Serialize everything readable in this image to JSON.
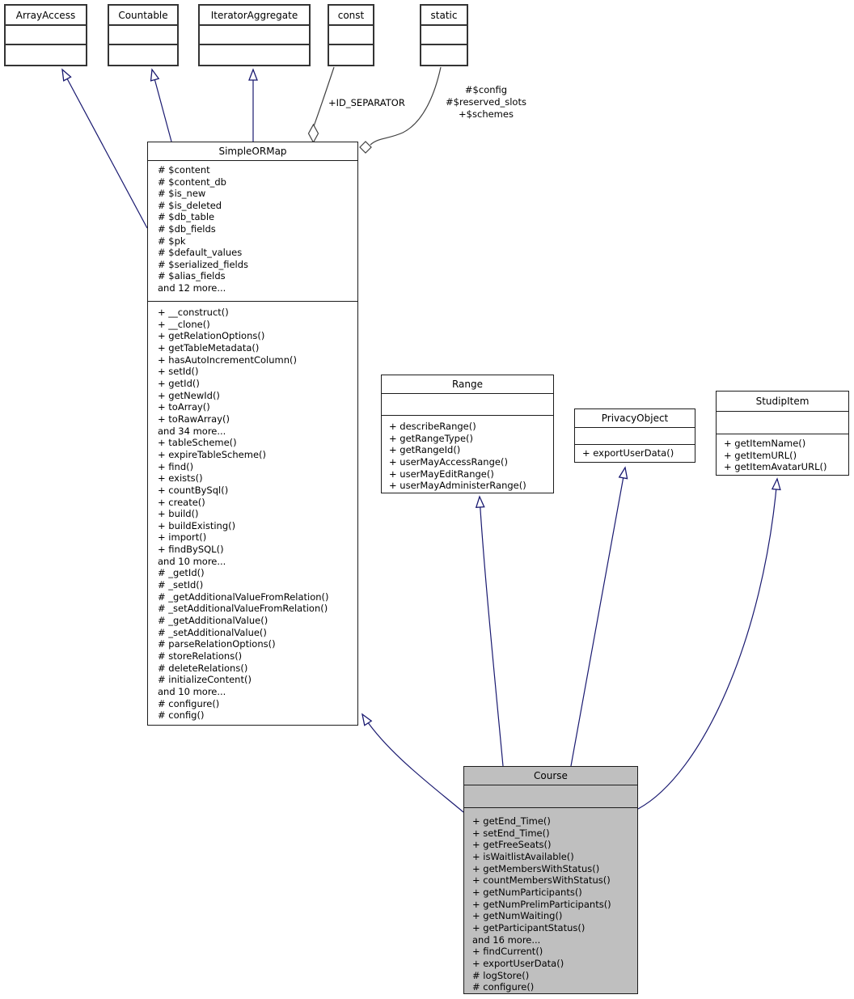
{
  "diagram": {
    "classes": {
      "array_access": {
        "title": "ArrayAccess"
      },
      "countable": {
        "title": "Countable"
      },
      "iterator_aggregate": {
        "title": "IteratorAggregate"
      },
      "const_box": {
        "title": "const"
      },
      "static_box": {
        "title": "static"
      },
      "simple_or_map": {
        "title": "SimpleORMap",
        "attributes": [
          "# $content",
          "# $content_db",
          "# $is_new",
          "# $is_deleted",
          "# $db_table",
          "# $db_fields",
          "# $pk",
          "# $default_values",
          "# $serialized_fields",
          "# $alias_fields",
          "and 12 more..."
        ],
        "methods": [
          "+ __construct()",
          "+ __clone()",
          "+ getRelationOptions()",
          "+ getTableMetadata()",
          "+ hasAutoIncrementColumn()",
          "+ setId()",
          "+ getId()",
          "+ getNewId()",
          "+ toArray()",
          "+ toRawArray()",
          "and 34 more...",
          "+ tableScheme()",
          "+ expireTableScheme()",
          "+ find()",
          "+ exists()",
          "+ countBySql()",
          "+ create()",
          "+ build()",
          "+ buildExisting()",
          "+ import()",
          "+ findBySQL()",
          "and 10 more...",
          "# _getId()",
          "# _setId()",
          "# _getAdditionalValueFromRelation()",
          "# _setAdditionalValueFromRelation()",
          "# _getAdditionalValue()",
          "# _setAdditionalValue()",
          "# parseRelationOptions()",
          "# storeRelations()",
          "# deleteRelations()",
          "# initializeContent()",
          "and 10 more...",
          "# configure()",
          "# config()"
        ]
      },
      "range": {
        "title": "Range",
        "methods": [
          "+ describeRange()",
          "+ getRangeType()",
          "+ getRangeId()",
          "+ userMayAccessRange()",
          "+ userMayEditRange()",
          "+ userMayAdministerRange()"
        ]
      },
      "privacy_object": {
        "title": "PrivacyObject",
        "methods": [
          "+ exportUserData()"
        ]
      },
      "studip_item": {
        "title": "StudipItem",
        "methods": [
          "+ getItemName()",
          "+ getItemURL()",
          "+ getItemAvatarURL()"
        ]
      },
      "course": {
        "title": "Course",
        "methods": [
          "+ getEnd_Time()",
          "+ setEnd_Time()",
          "+ getFreeSeats()",
          "+ isWaitlistAvailable()",
          "+ getMembersWithStatus()",
          "+ countMembersWithStatus()",
          "+ getNumParticipants()",
          "+ getNumPrelimParticipants()",
          "+ getNumWaiting()",
          "+ getParticipantStatus()",
          "and 16 more...",
          "+ findCurrent()",
          "+ exportUserData()",
          "# logStore()",
          "# configure()"
        ]
      }
    },
    "edge_labels": {
      "const_edge": "+ID_SEPARATOR",
      "static_edge": [
        "#$config",
        "#$reserved_slots",
        "+$schemes"
      ]
    },
    "colors": {
      "inheritance": "#191970",
      "aggregation": "#404040",
      "highlight_fill": "#bfbfbf"
    }
  }
}
